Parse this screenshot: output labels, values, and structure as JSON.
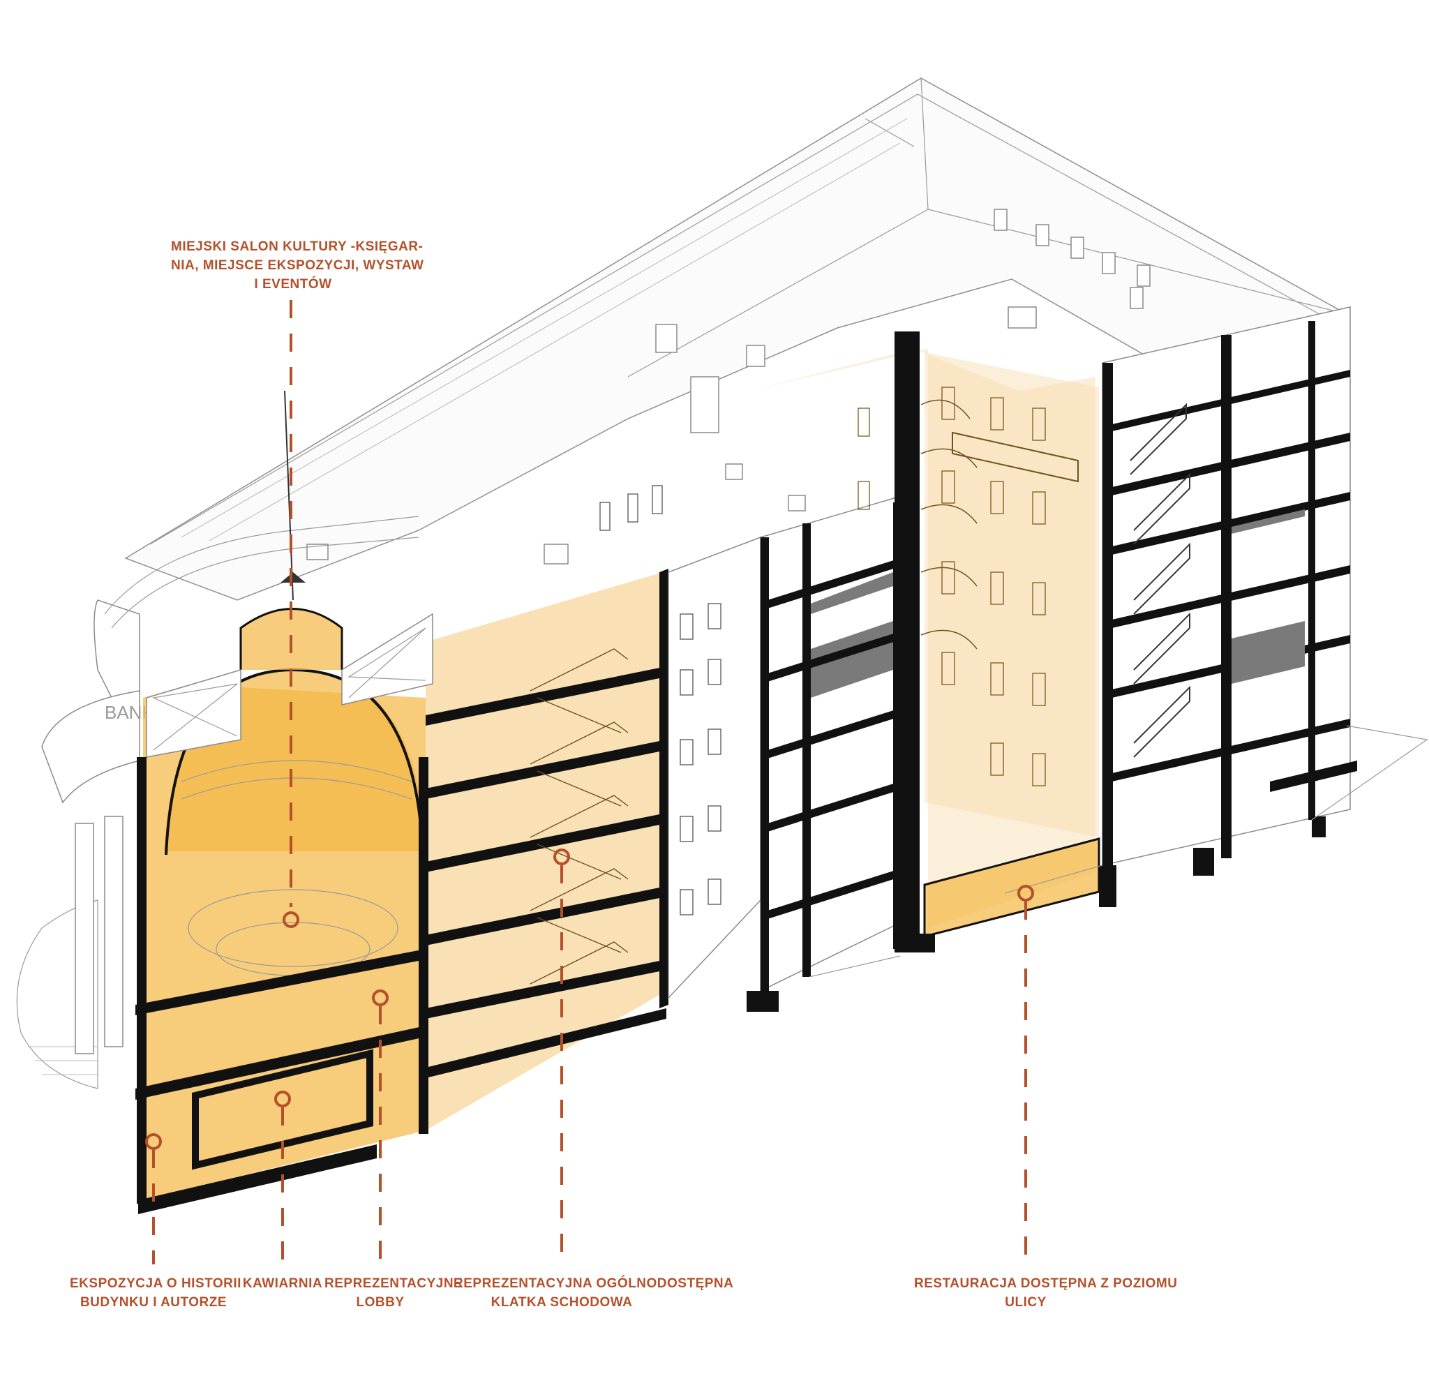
{
  "labels": {
    "top": {
      "line1": "MIEJSKI SALON KULTURY -KSIĘGAR-",
      "line2": "NIA, MIEJSCE EKSPOZYCJI, WYSTAW",
      "line3": "I EVENTÓW"
    },
    "history": {
      "line1": "EKSPOZYCJA O HISTORII",
      "line2": "BUDYNKU I AUTORZE"
    },
    "cafe": {
      "line1": "KAWIARNIA"
    },
    "lobby": {
      "line1": "REPREZENTACYJNE",
      "line2": "LOBBY"
    },
    "staircase": {
      "line1": "REPREZENTACYJNA OGÓLNODOSTĘPNA",
      "line2": "KLATKA SCHODOWA"
    },
    "restaurant": {
      "line1": "RESTAURACJA DOSTĘPNA Z POZIOMU",
      "line2": "ULICY"
    }
  },
  "facade_sign": "BANK",
  "colors": {
    "accent": "#b4502a",
    "highlight": "#f4b846",
    "structure": "#000000"
  }
}
